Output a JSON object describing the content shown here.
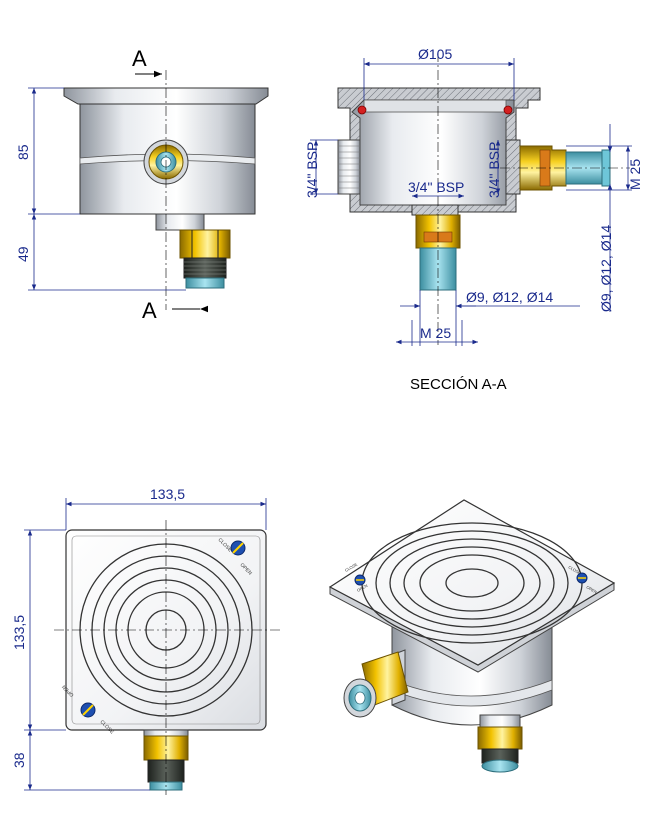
{
  "colors": {
    "dimension": "#1a2a8c",
    "brass": "#f2c200",
    "brass_dark": "#8a6a00",
    "steel": "#b9bfc8",
    "gasket_red": "#d42020",
    "pipe_cyan": "#6ec6d8",
    "thread_dark": "#3a3f3a"
  },
  "front_view": {
    "section_mark_top": "A",
    "section_mark_bottom": "A",
    "dim_height_body": "85",
    "dim_height_fitting": "49"
  },
  "section_view": {
    "dim_diameter_top": "Ø105",
    "dim_side_thread_left": "3/4\" BSP",
    "dim_side_thread_right": "3/4\" BSP",
    "dim_bottom_thread": "3/4\" BSP",
    "dim_side_nut": "M 25",
    "dim_side_pipe": "Ø9, Ø12, Ø14",
    "dim_bottom_pipe": "Ø9, Ø12, Ø14",
    "dim_bottom_nut": "M 25",
    "caption": "SECCIÓN A-A"
  },
  "top_view": {
    "dim_width": "133,5",
    "dim_height": "133,5",
    "dim_fitting": "38",
    "lock_label_close": "CLOSE",
    "lock_label_open": "OPEN"
  },
  "iso_view": {
    "lock_label_close": "CLOSE",
    "lock_label_open": "OPEN"
  }
}
